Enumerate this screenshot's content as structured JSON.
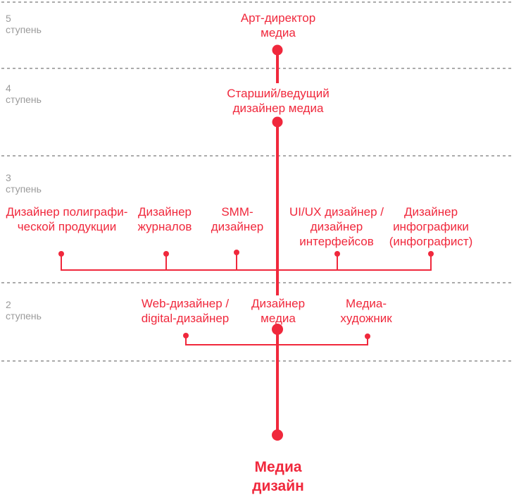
{
  "colors": {
    "accent": "#f0283c",
    "muted": "#9b9b9b",
    "dash": "#ababab"
  },
  "levels": [
    {
      "number": "5",
      "caption": "ступень"
    },
    {
      "number": "4",
      "caption": "ступень"
    },
    {
      "number": "3",
      "caption": "ступень"
    },
    {
      "number": "2",
      "caption": "ступень"
    }
  ],
  "ladder": {
    "level5": {
      "role": {
        "lines": [
          "Арт-директор",
          "медиа"
        ]
      }
    },
    "level4": {
      "role": {
        "lines": [
          "Старший/ведущий",
          "дизайнер медиа"
        ]
      }
    },
    "level3": {
      "roles": [
        {
          "lines": [
            "Дизайнер полиграфи-",
            "ческой продукции"
          ]
        },
        {
          "lines": [
            "Дизайнер",
            "журналов"
          ]
        },
        {
          "lines": [
            "SMM-",
            "дизайнер"
          ]
        },
        {
          "lines": [
            "UI/UX дизайнер /",
            "дизайнер",
            "интерфейсов"
          ]
        },
        {
          "lines": [
            "Дизайнер",
            "инфографики",
            "(инфографист)"
          ]
        }
      ]
    },
    "level2": {
      "roles": [
        {
          "lines": [
            "Web-дизайнер /",
            "digital-дизайнер"
          ]
        },
        {
          "lines": [
            "Дизайнер",
            "медиа"
          ]
        },
        {
          "lines": [
            "Медиа-",
            "художник"
          ]
        }
      ]
    }
  },
  "footer": {
    "title": {
      "lines": [
        "Медиа",
        "дизайн"
      ]
    }
  }
}
